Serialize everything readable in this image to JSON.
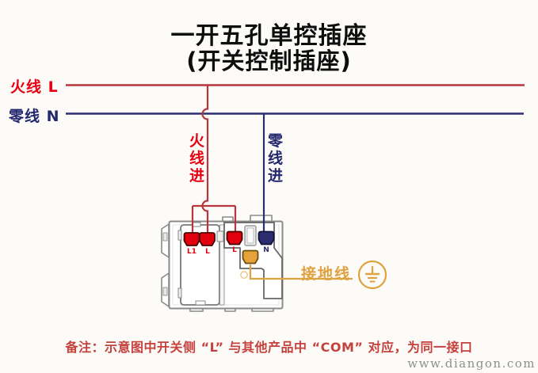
{
  "title": {
    "line1": "一开五孔单控插座",
    "line2": "(开关控制插座)"
  },
  "bus": {
    "live_label": "火线 L",
    "neutral_label": "零线 N"
  },
  "drops": {
    "live_in_label": "火线进",
    "neutral_in_label": "零线进"
  },
  "ground": {
    "label": "接地线",
    "symbol": "earth-ground-circle"
  },
  "device": {
    "kind": "one-gang-switch-plus-five-hole-socket-rear-view",
    "terminals": [
      {
        "id": "switch-l1",
        "label": "L1",
        "color": "#e3000e"
      },
      {
        "id": "switch-l",
        "label": "L",
        "color": "#e3000e"
      },
      {
        "id": "socket-l",
        "label": "L",
        "color": "#e3000e"
      },
      {
        "id": "socket-n",
        "label": "N",
        "color": "#2b2d6e"
      },
      {
        "id": "socket-ground",
        "label": "",
        "color": "#e8a23c"
      }
    ]
  },
  "note": "备注：示意图中开关侧 “L” 与其他产品中 “COM” 对应，为同一接口",
  "watermark": "www.diangon.com",
  "colors": {
    "live_wire": "#b8353d",
    "live_text": "#e60012",
    "neutral_wire": "#2b2f6e",
    "neutral_text": "#23286e",
    "ground_wire": "#dfa23f",
    "terminal_red": "#e3000e",
    "terminal_blue": "#2b2d6e",
    "terminal_ground": "#e8a23c",
    "note_red": "#c5413d",
    "device_stroke": "#8a8a8a"
  }
}
